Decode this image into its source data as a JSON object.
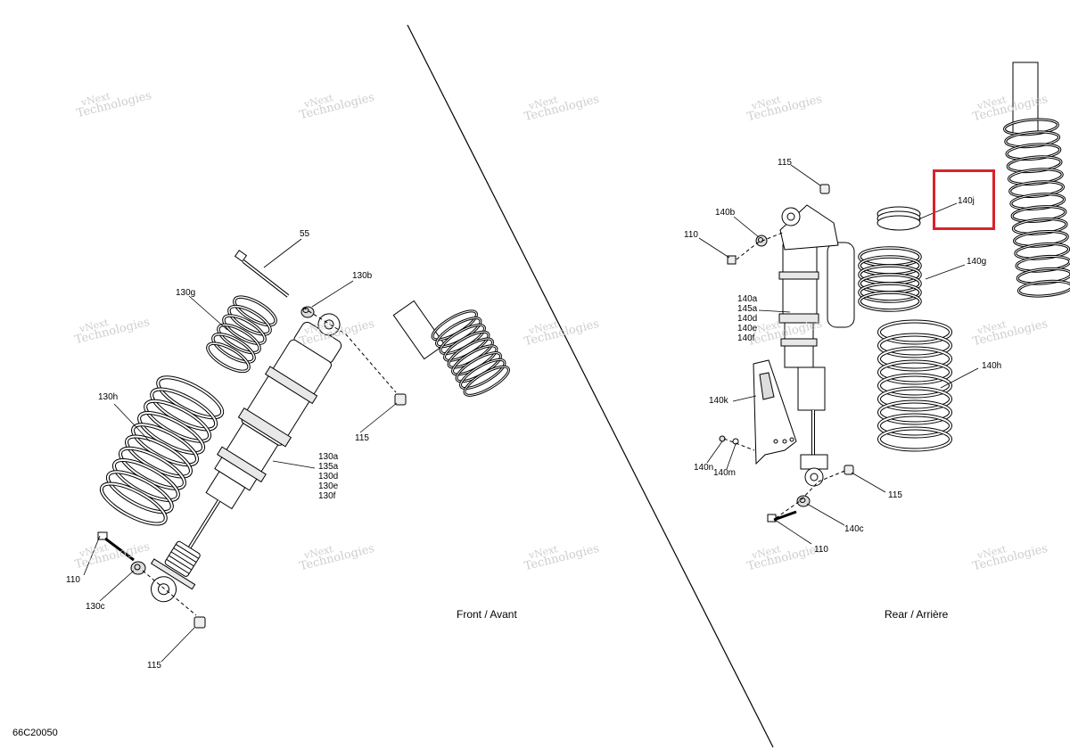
{
  "figure_code": "66C20050",
  "watermark": {
    "line1": "vNext",
    "line2": "Technologies"
  },
  "highlight_color": "#d9232b",
  "highlighted_part": "140j",
  "front": {
    "caption": "Front / Avant",
    "labels": {
      "p55": "55",
      "p130b": "130b",
      "p130g": "130g",
      "p130h": "130h",
      "p115_top": "115",
      "p115_bottom": "115",
      "p110": "110",
      "p130c": "130c",
      "stack": [
        "130a",
        "135a",
        "130d",
        "130e",
        "130f"
      ]
    }
  },
  "rear": {
    "caption": "Rear / Arrière",
    "labels": {
      "p115_top": "115",
      "p140b": "140b",
      "p110_top": "110",
      "p140j": "140j",
      "p140g": "140g",
      "p140h": "140h",
      "p140k": "140k",
      "p140n": "140n",
      "p140m": "140m",
      "p115_right": "115",
      "p140c": "140c",
      "p110_bottom": "110",
      "stack": [
        "140a",
        "145a",
        "140d",
        "140e",
        "140f"
      ]
    }
  }
}
